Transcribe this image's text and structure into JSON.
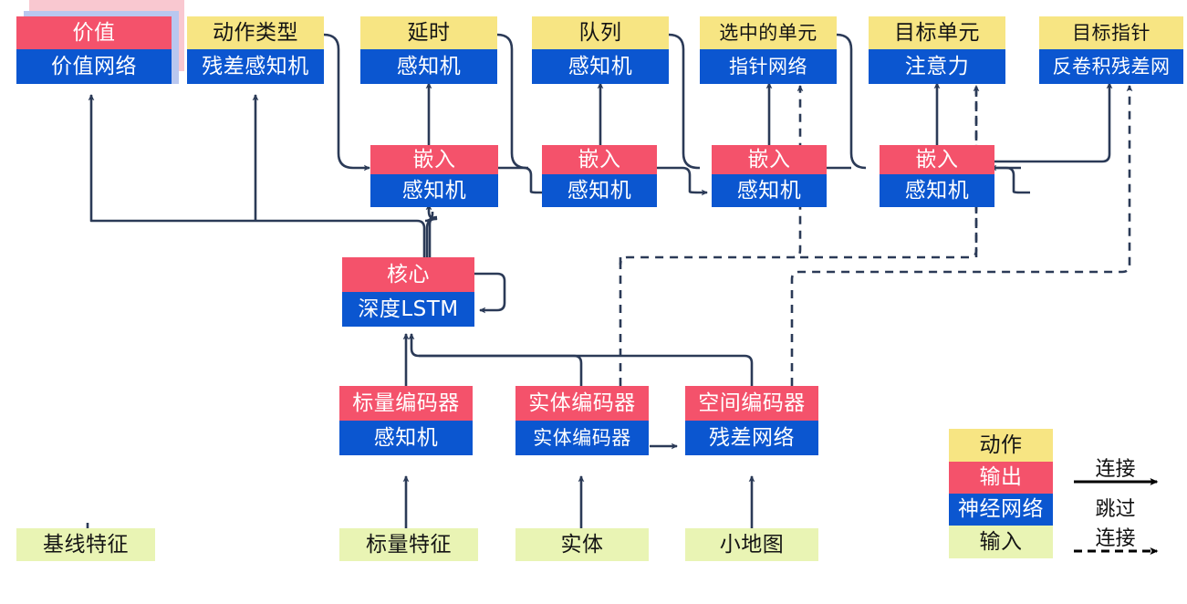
{
  "diagram": {
    "title": "StarCraft II agent network architecture (Chinese labels)",
    "colors": {
      "action": "#f7e583",
      "output": "#f4526b",
      "neural_network": "#0b56d0",
      "input": "#e9f4b4",
      "wire": "#2b3a57",
      "legend_arrow": "#000000"
    },
    "nodes": [
      {
        "id": "value",
        "top": "价值",
        "bottom": "价值网络",
        "top_kind": "output",
        "bottom_kind": "nn",
        "stacked": true
      },
      {
        "id": "action_type",
        "top": "动作类型",
        "bottom": "残差感知机",
        "top_kind": "action",
        "bottom_kind": "nn",
        "stacked": false
      },
      {
        "id": "delay",
        "top": "延时",
        "bottom": "感知机",
        "top_kind": "action",
        "bottom_kind": "nn",
        "stacked": false
      },
      {
        "id": "queue",
        "top": "队列",
        "bottom": "感知机",
        "top_kind": "action",
        "bottom_kind": "nn",
        "stacked": false
      },
      {
        "id": "selected",
        "top": "选中的单元",
        "bottom": "指针网络",
        "top_kind": "action",
        "bottom_kind": "nn",
        "stacked": false
      },
      {
        "id": "target_unit",
        "top": "目标单元",
        "bottom": "注意力",
        "top_kind": "action",
        "bottom_kind": "nn",
        "stacked": false
      },
      {
        "id": "target_point",
        "top": "目标指针",
        "bottom": "反卷积残差网",
        "top_kind": "action",
        "bottom_kind": "nn",
        "stacked": false
      },
      {
        "id": "embed1",
        "top": "嵌入",
        "bottom": "感知机",
        "top_kind": "output",
        "bottom_kind": "nn",
        "stacked": false
      },
      {
        "id": "embed2",
        "top": "嵌入",
        "bottom": "感知机",
        "top_kind": "output",
        "bottom_kind": "nn",
        "stacked": false
      },
      {
        "id": "embed3",
        "top": "嵌入",
        "bottom": "感知机",
        "top_kind": "output",
        "bottom_kind": "nn",
        "stacked": false
      },
      {
        "id": "embed4",
        "top": "嵌入",
        "bottom": "感知机",
        "top_kind": "output",
        "bottom_kind": "nn",
        "stacked": false
      },
      {
        "id": "core",
        "top": "核心",
        "bottom": "深度LSTM",
        "top_kind": "output",
        "bottom_kind": "nn",
        "stacked": false
      },
      {
        "id": "scalar_enc",
        "top": "标量编码器",
        "bottom": "感知机",
        "top_kind": "output",
        "bottom_kind": "nn",
        "stacked": false
      },
      {
        "id": "entity_enc",
        "top": "实体编码器",
        "bottom": "实体编码器",
        "top_kind": "output",
        "bottom_kind": "nn",
        "stacked": false
      },
      {
        "id": "spatial_enc",
        "top": "空间编码器",
        "bottom": "残差网络",
        "top_kind": "output",
        "bottom_kind": "nn",
        "stacked": false
      }
    ],
    "inputs": [
      {
        "id": "baseline_features",
        "label": "基线特征"
      },
      {
        "id": "scalar_features",
        "label": "标量特征"
      },
      {
        "id": "entities",
        "label": "实体"
      },
      {
        "id": "minimap",
        "label": "小地图"
      }
    ],
    "legend": {
      "swatches": [
        {
          "id": "legend-action",
          "label": "动作",
          "kind": "action"
        },
        {
          "id": "legend-output",
          "label": "输出",
          "kind": "output"
        },
        {
          "id": "legend-nn",
          "label": "神经网络",
          "kind": "nn"
        },
        {
          "id": "legend-input",
          "label": "输入",
          "kind": "input"
        }
      ],
      "arrows": [
        {
          "id": "legend-connection",
          "label": "连接",
          "style": "solid"
        },
        {
          "id": "legend-skip-line1",
          "label": "跳过",
          "style": "dashed"
        },
        {
          "id": "legend-skip-line2",
          "label": "连接",
          "style": "dashed"
        }
      ]
    }
  }
}
